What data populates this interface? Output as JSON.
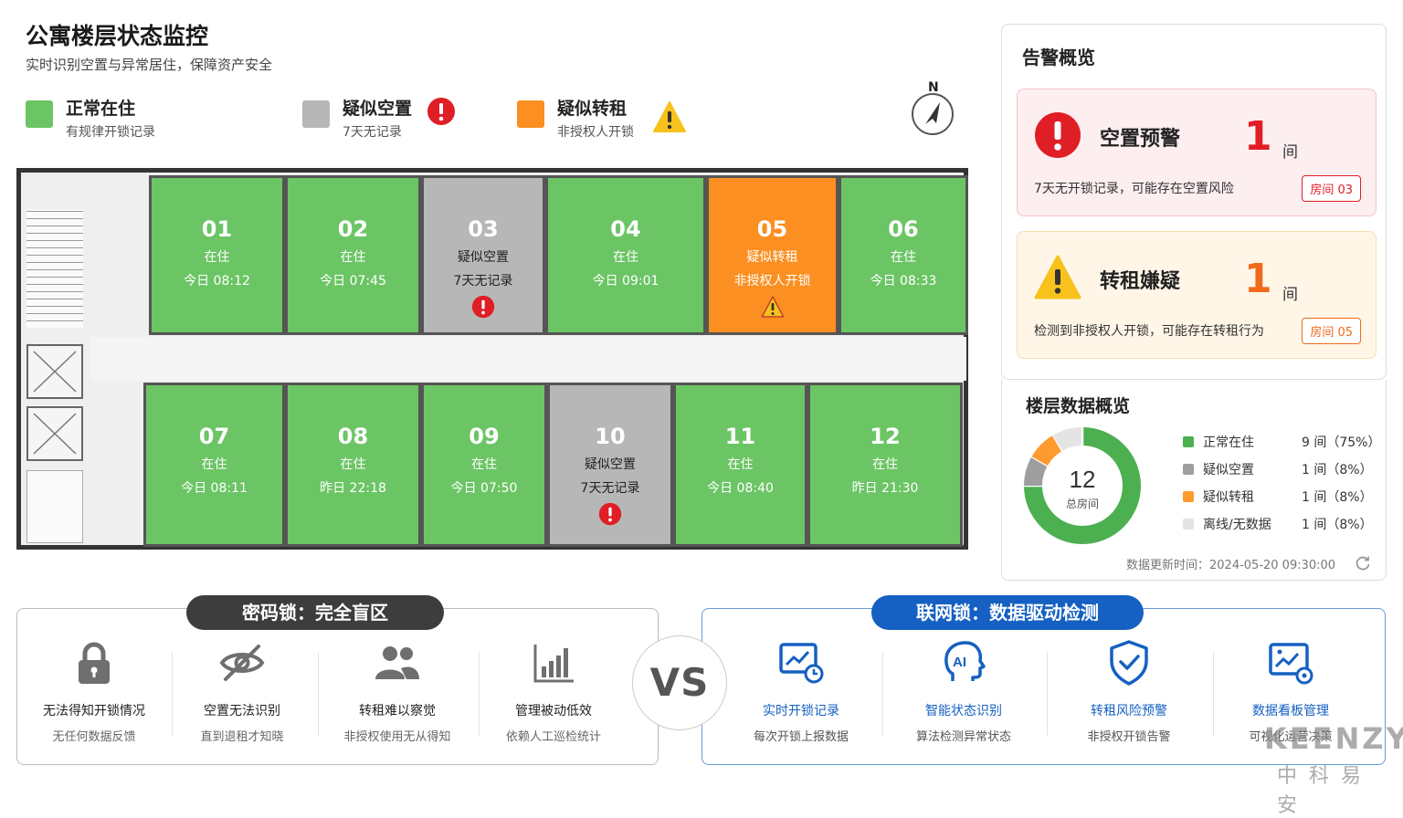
{
  "header": {
    "title": "公寓楼层状态监控",
    "subtitle": "实时识别空置与异常居住，保障资产安全"
  },
  "legend": [
    {
      "name": "正常在住",
      "desc": "有规律开锁记录",
      "color": "#6cc565",
      "icon": ""
    },
    {
      "name": "疑似空置",
      "desc": "7天无记录",
      "color": "#b7b7b7",
      "icon": "alert-circle-icon"
    },
    {
      "name": "疑似转租",
      "desc": "非授权人开锁",
      "color": "#fb8f22",
      "icon": "warning-triangle-icon"
    }
  ],
  "compass": {
    "label": "N"
  },
  "rooms": [
    {
      "num": "01",
      "status": "在住",
      "time": "今日 08:12",
      "kind": "normal"
    },
    {
      "num": "02",
      "status": "在住",
      "time": "今日 07:45",
      "kind": "normal"
    },
    {
      "num": "03",
      "status": "疑似空置",
      "time": "7天无记录",
      "kind": "vacant"
    },
    {
      "num": "04",
      "status": "在住",
      "time": "今日 09:01",
      "kind": "normal"
    },
    {
      "num": "05",
      "status": "疑似转租",
      "time": "非授权人开锁",
      "kind": "sublet"
    },
    {
      "num": "06",
      "status": "在住",
      "time": "今日 08:33",
      "kind": "normal"
    },
    {
      "num": "07",
      "status": "在住",
      "time": "今日 08:11",
      "kind": "normal"
    },
    {
      "num": "08",
      "status": "在住",
      "time": "昨日 22:18",
      "kind": "normal"
    },
    {
      "num": "09",
      "status": "在住",
      "time": "今日 07:50",
      "kind": "normal"
    },
    {
      "num": "10",
      "status": "疑似空置",
      "time": "7天无记录",
      "kind": "vacant"
    },
    {
      "num": "11",
      "status": "在住",
      "time": "今日 08:40",
      "kind": "normal"
    },
    {
      "num": "12",
      "status": "在住",
      "time": "昨日 21:30",
      "kind": "normal"
    }
  ],
  "alerts": {
    "title": "告警概览",
    "cards": [
      {
        "name": "空置预警",
        "count": "1",
        "unit": "间",
        "desc": "7天无开锁记录，可能存在空置风险",
        "room_tag": "房间 03",
        "icon": "alert-circle-icon"
      },
      {
        "name": "转租嫌疑",
        "count": "1",
        "unit": "间",
        "desc": "检测到非授权人开锁，可能存在转租行为",
        "room_tag": "房间 05",
        "icon": "warning-triangle-icon"
      }
    ]
  },
  "stats": {
    "title": "楼层数据概览",
    "total": "12",
    "total_label": "总房间",
    "rows": [
      {
        "name": "正常在住",
        "value": "9 间（75%）",
        "color": "#4caf50",
        "count": 9
      },
      {
        "name": "疑似空置",
        "value": "1 间（8%）",
        "color": "#9e9e9e",
        "count": 1
      },
      {
        "name": "疑似转租",
        "value": "1 间（8%）",
        "color": "#ff9a2e",
        "count": 1
      },
      {
        "name": "离线/无数据",
        "value": "1 间（8%）",
        "color": "#e4e4e4",
        "count": 1
      }
    ],
    "updated": "数据更新时间：2024-05-20 09:30:00"
  },
  "comparison": {
    "left_title": "密码锁：完全盲区",
    "right_title": "联网锁：数据驱动检测",
    "vs": "VS",
    "left_features": [
      {
        "title": "无法得知开锁情况",
        "desc": "无任何数据反馈",
        "icon": "lock-icon"
      },
      {
        "title": "空置无法识别",
        "desc": "直到退租才知晓",
        "icon": "eye-off-icon"
      },
      {
        "title": "转租难以察觉",
        "desc": "非授权使用无从得知",
        "icon": "users-icon"
      },
      {
        "title": "管理被动低效",
        "desc": "依赖人工巡检统计",
        "icon": "bar-chart-icon"
      }
    ],
    "right_features": [
      {
        "title": "实时开锁记录",
        "desc": "每次开锁上报数据",
        "icon": "monitor-chart-icon"
      },
      {
        "title": "智能状态识别",
        "desc": "算法检测异常状态",
        "icon": "ai-head-icon"
      },
      {
        "title": "转租风险预警",
        "desc": "非授权开锁告警",
        "icon": "shield-check-icon"
      },
      {
        "title": "数据看板管理",
        "desc": "可视化运营决策",
        "icon": "dashboard-icon"
      }
    ]
  },
  "watermark": {
    "brand": "KEENZY",
    "cn": "中科易安"
  },
  "colors": {
    "normal": "#6cc565",
    "vacant": "#b7b7b7",
    "sublet": "#fb8f22",
    "alert_red": "#e01e26",
    "warn_yellow": "#f7c21b",
    "blue": "#1560c2"
  }
}
